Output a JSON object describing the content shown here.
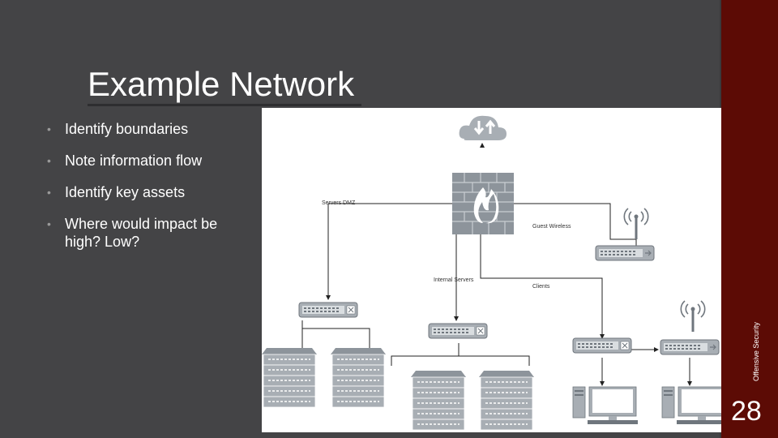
{
  "title": "Example Network",
  "bullets": [
    "Identify boundaries",
    "Note information flow",
    "Identify key assets",
    "Where would impact be high? Low?"
  ],
  "bullet_marker": "•",
  "sidebar": {
    "vertical_label": "Offensive Security",
    "page_number": "28",
    "color": "#5c0b05"
  },
  "diagram": {
    "labels": {
      "dmz": "Servers DMZ",
      "guest_wireless": "Guest Wireless",
      "internal_servers": "Internal Servers",
      "clients": "Clients"
    },
    "icons": [
      "cloud-icon",
      "firewall-icon",
      "wireless-router-icon",
      "switch-icon",
      "server-rack-icon",
      "workstation-icon"
    ]
  },
  "colors": {
    "background": "#444446",
    "text": "#ffffff",
    "device": "#a8aeb4",
    "device_dark": "#6f767d"
  }
}
